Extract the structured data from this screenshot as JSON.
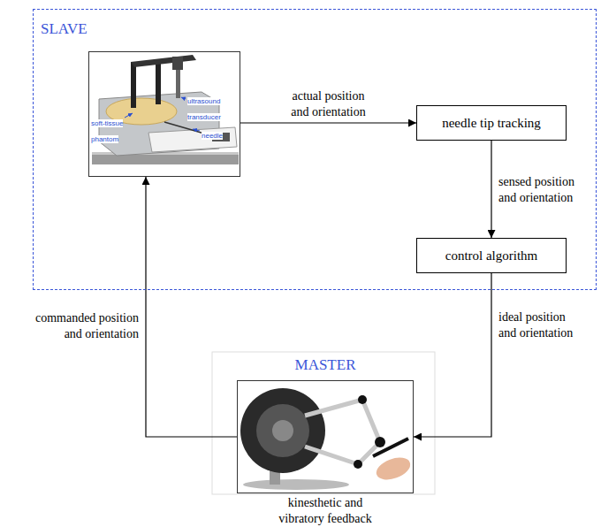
{
  "diagram": {
    "nodes": [
      {
        "text": [
          "SLAVE"
        ]
      },
      {
        "text": [
          "ultrasound transducer",
          "soft-tissue phantom",
          "needle"
        ],
        "in": 0
      },
      {
        "text": [
          "needle tip tracking"
        ],
        "in": 0
      },
      {
        "text": [
          "control algorithm"
        ],
        "in": 0
      },
      {
        "text": [
          "MASTER",
          "kinesthetic and vibratory feedback"
        ]
      }
    ],
    "edges": [
      {
        "from": 1,
        "to": 2,
        "arrow": "to",
        "label": "actual position and orientation"
      },
      {
        "from": 2,
        "to": 3,
        "arrow": "to",
        "label": "sensed position and orientation"
      },
      {
        "from": 3,
        "to": 4,
        "arrow": "to",
        "label": "ideal position and orientation"
      },
      {
        "from": 4,
        "to": 1,
        "arrow": "to",
        "label": "commanded position and orientation"
      }
    ]
  }
}
